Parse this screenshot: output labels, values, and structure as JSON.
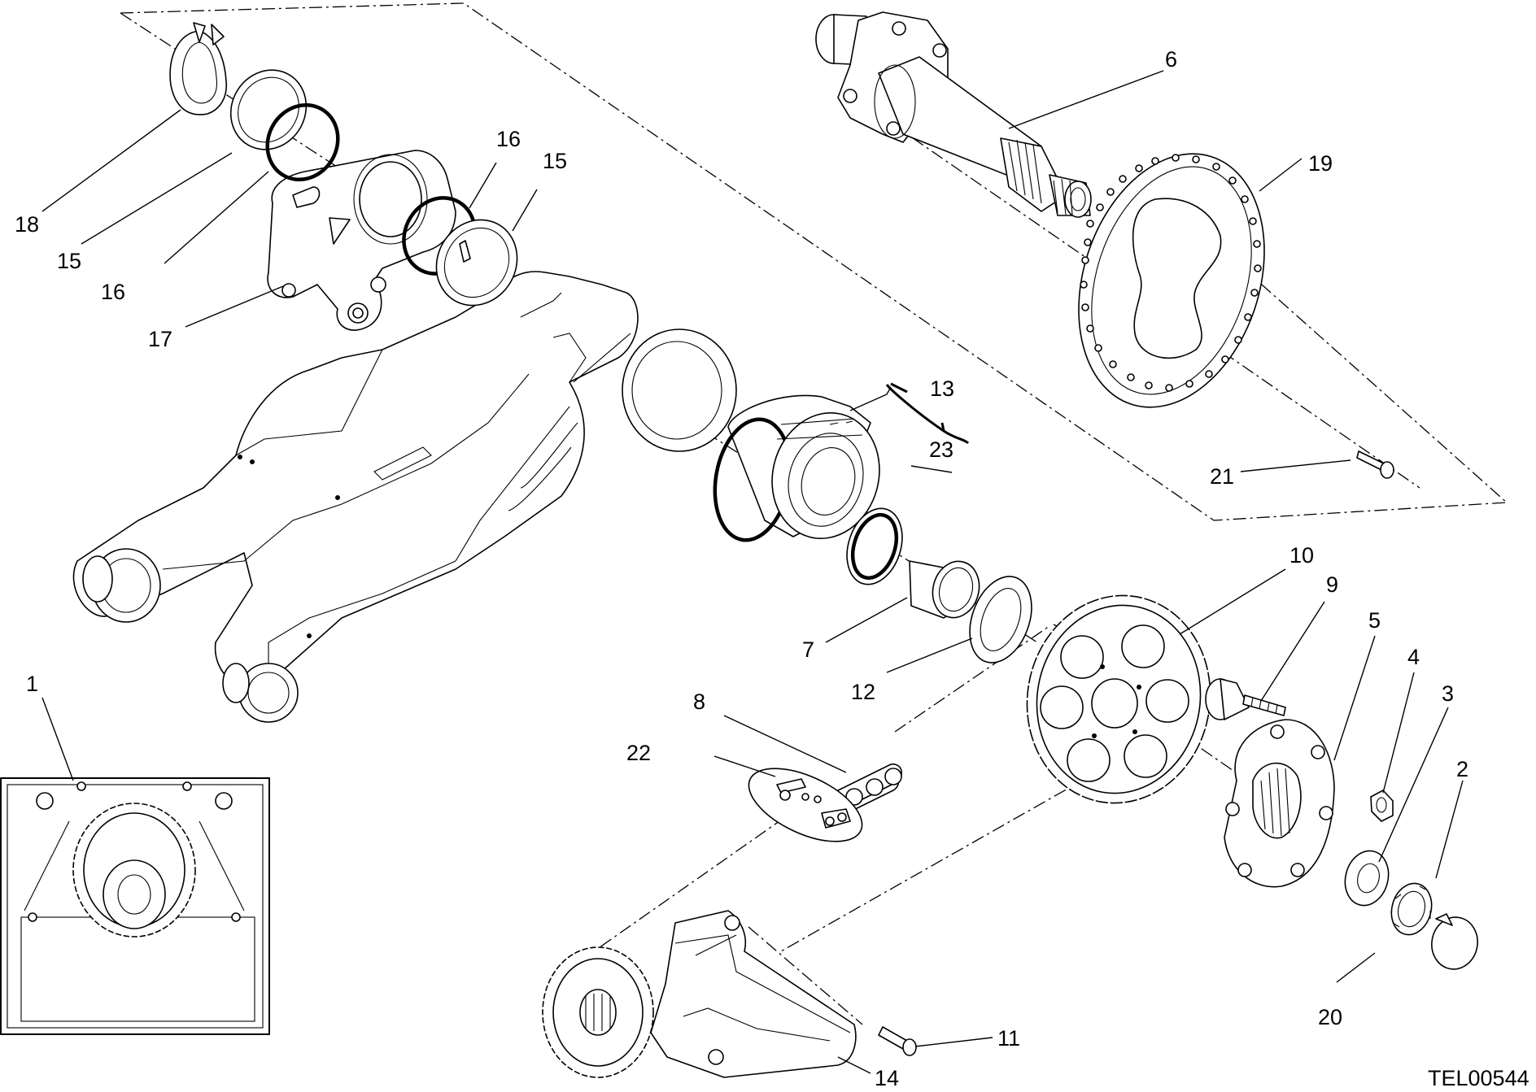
{
  "drawing_code": "TEL00544",
  "callouts": [
    {
      "id": "c1",
      "text": "1"
    },
    {
      "id": "c2",
      "text": "2"
    },
    {
      "id": "c3",
      "text": "3"
    },
    {
      "id": "c4",
      "text": "4"
    },
    {
      "id": "c5",
      "text": "5"
    },
    {
      "id": "c6",
      "text": "6"
    },
    {
      "id": "c7",
      "text": "7"
    },
    {
      "id": "c8",
      "text": "8"
    },
    {
      "id": "c9",
      "text": "9"
    },
    {
      "id": "c10",
      "text": "10"
    },
    {
      "id": "c11",
      "text": "11"
    },
    {
      "id": "c12",
      "text": "12"
    },
    {
      "id": "c13",
      "text": "13"
    },
    {
      "id": "c14",
      "text": "14"
    },
    {
      "id": "c15a",
      "text": "15"
    },
    {
      "id": "c15b",
      "text": "15"
    },
    {
      "id": "c16a",
      "text": "16"
    },
    {
      "id": "c16b",
      "text": "16"
    },
    {
      "id": "c17",
      "text": "17"
    },
    {
      "id": "c18",
      "text": "18"
    },
    {
      "id": "c19",
      "text": "19"
    },
    {
      "id": "c20",
      "text": "20"
    },
    {
      "id": "c21",
      "text": "21"
    },
    {
      "id": "c22",
      "text": "22"
    },
    {
      "id": "c23",
      "text": "23"
    }
  ]
}
